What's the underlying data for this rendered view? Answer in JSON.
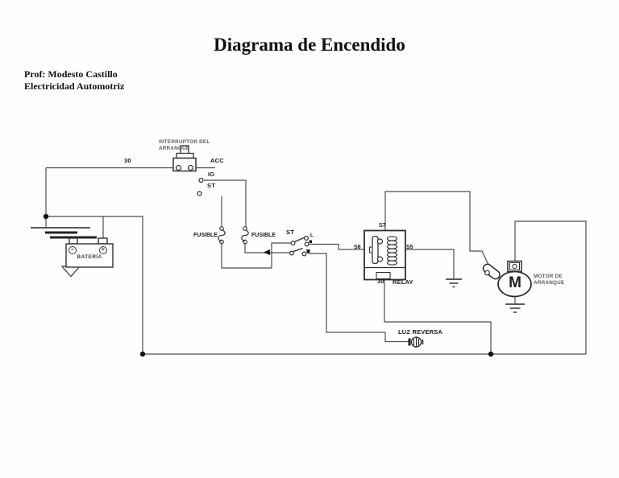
{
  "page": {
    "title": "Diagrama de Encendido",
    "professor": "Prof: Modesto Castillo",
    "course": "Electricidad Automotriz"
  },
  "diagram": {
    "ignition_switch": {
      "name_line1": "INTERRUPTOR DEL",
      "name_line2": "ARRANQUE",
      "wire_30": "30",
      "acc": "ACC",
      "ig": "IG",
      "st": "ST"
    },
    "battery": {
      "name": "BATERÍA",
      "negative": "−",
      "positive": "+"
    },
    "fuses": {
      "left": "FUSIBLE",
      "right": "FUSIBLE"
    },
    "starter_switch": {
      "label": "ST",
      "upper_contact": "L"
    },
    "relay": {
      "name": "RELAY",
      "s7": "S7",
      "s6": "S6",
      "s5": "S5",
      "t30": "30"
    },
    "reverse_light": {
      "label": "LUZ REVERSA"
    },
    "motor": {
      "m": "M",
      "name_line1": "MOTOR DE",
      "name_line2": "ARRANQUE"
    }
  },
  "colors": {
    "wire": "#4f4f4f",
    "ink": "#2f2f2f",
    "dot": "#111111"
  }
}
